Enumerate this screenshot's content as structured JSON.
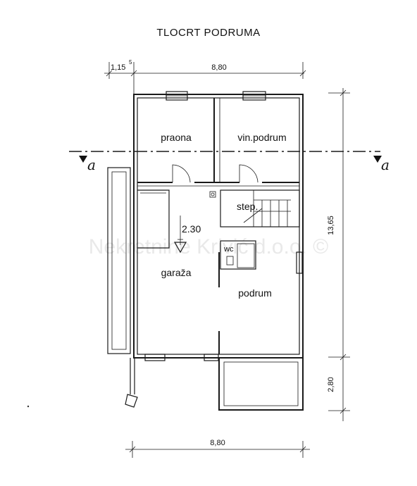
{
  "title": "TLOCRT PODRUMA",
  "watermark": "Nekretnine Krivić d.o.o. ©",
  "rooms": {
    "praona": "praona",
    "vin_podrum": "vin.podrum",
    "stepenice": "step.",
    "wc": "wc",
    "garaza": "garaža",
    "podrum": "podrum"
  },
  "level_mark": "2.30",
  "section_marks": {
    "left": "a",
    "right": "a"
  },
  "dimensions": {
    "top_small": "1,15",
    "top_small_superscript": "5",
    "top": "8,80",
    "bottom": "8,80",
    "right_main": "13,65",
    "right_lower": "2,80"
  },
  "colors": {
    "line": "#1a1a1a",
    "background": "#ffffff",
    "watermark": "#e9e9e9"
  }
}
